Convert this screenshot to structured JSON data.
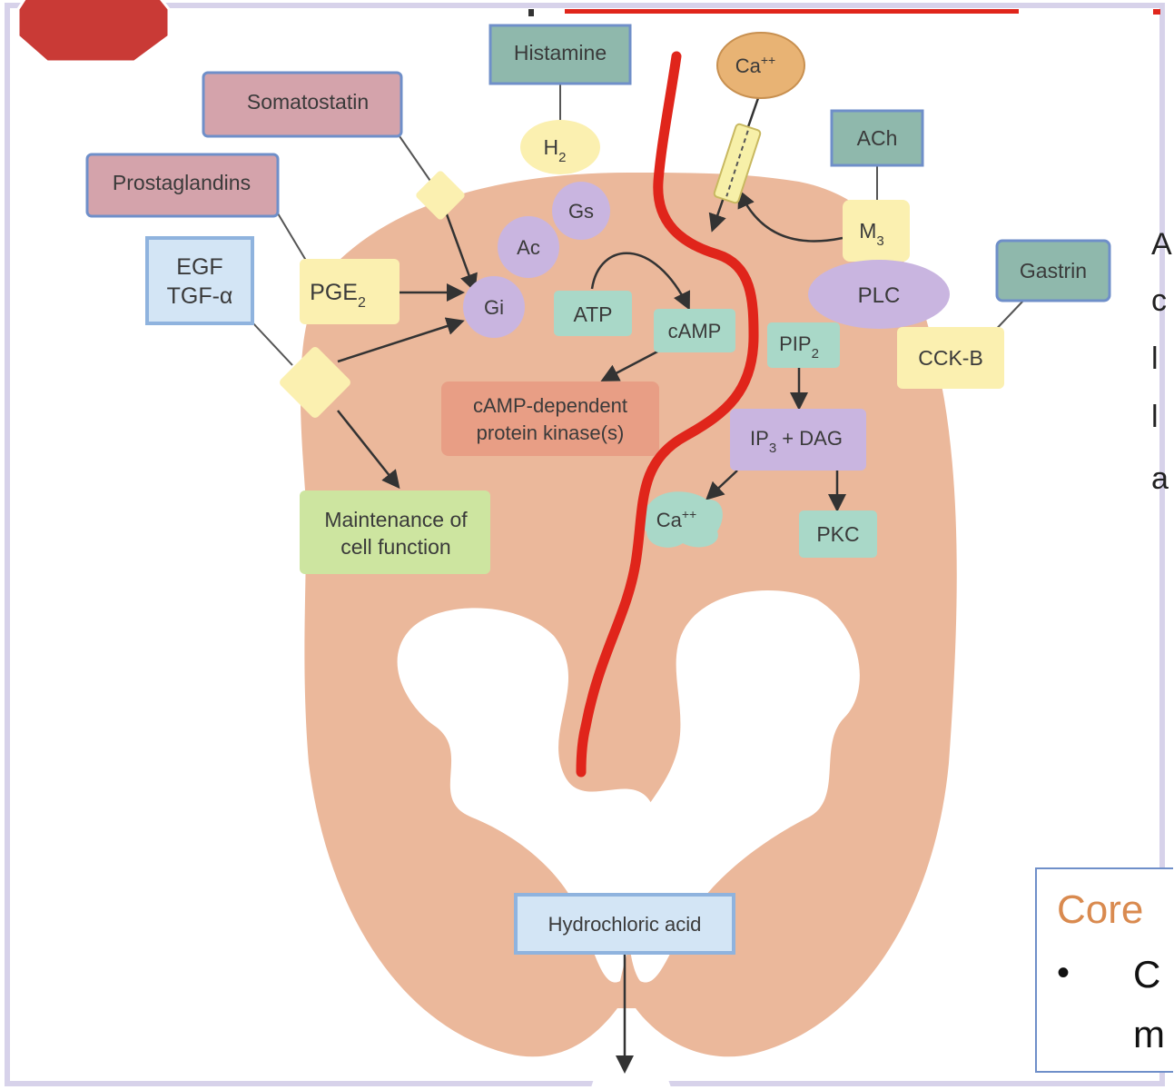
{
  "labels": {
    "histamine": "Histamine",
    "somatostatin": "Somatostatin",
    "prostaglandins": "Prostaglandins",
    "egf": "EGF",
    "tgf": "TGF-α",
    "pge": "PGE",
    "pge_sub": "2",
    "h": "H",
    "h_sub": "2",
    "gs": "Gs",
    "ac": "Ac",
    "gi": "Gi",
    "atp": "ATP",
    "camp": "cAMP",
    "kinase_line1": "cAMP-dependent",
    "kinase_line2": "protein kinase(s)",
    "ca_ext": "Ca",
    "ca_ext_sup": "++",
    "ach": "ACh",
    "m": "M",
    "m_sub": "3",
    "gastrin": "Gastrin",
    "plc": "PLC",
    "cckb": "CCK-B",
    "pip": "PIP",
    "pip_sub": "2",
    "ip": "IP",
    "ip_sub": "3",
    "ip_rest": " + DAG",
    "ca_int": "Ca",
    "ca_int_sup": "++",
    "pkc": "PKC",
    "maint_line1": "Maintenance of",
    "maint_line2": "cell function",
    "hcl": "Hydrochloric acid"
  },
  "core_panel": {
    "title": "Core",
    "bullet": "•",
    "frag1": "C",
    "frag2": "m"
  },
  "edge_fragments": [
    "A",
    "c",
    "l",
    "l",
    "a"
  ],
  "colors": {
    "cell": "#ebb89b",
    "annotation_line": "#e0251b",
    "stop_sign": "#c93a36",
    "receptor_yellow": "#fbf0b0",
    "enzyme_purple": "#c9b5e0",
    "second_messenger_teal": "#a9d8c8",
    "agonist_teal": "#8fb8ac",
    "agonist_pink": "#d4a3ab",
    "growth_factor_blue": "#d3e5f5",
    "kinase_salmon": "#e89e85",
    "maintenance_green": "#cde5a0",
    "calcium_orange": "#e8b374"
  }
}
